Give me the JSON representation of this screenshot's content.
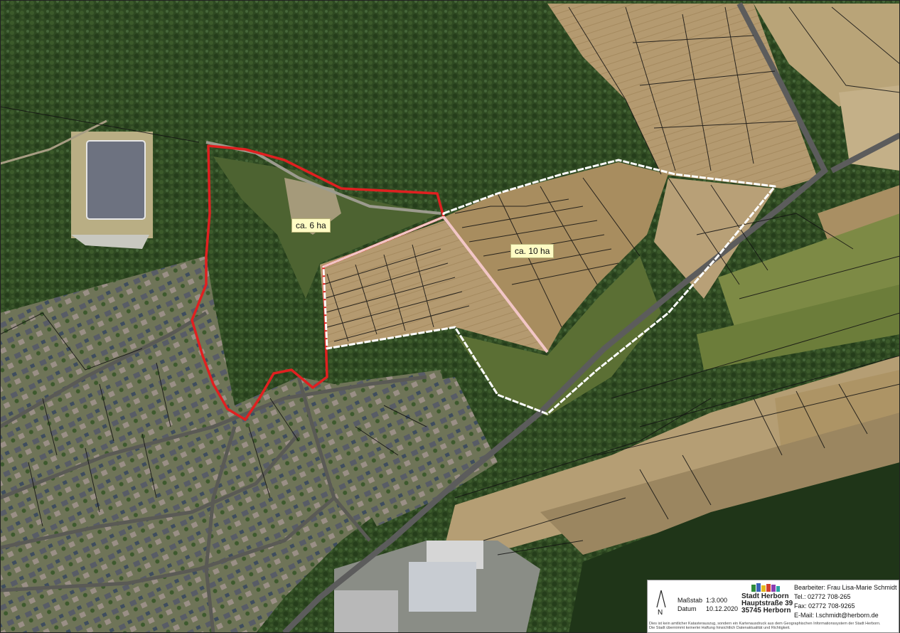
{
  "map": {
    "areas": [
      {
        "label": "ca. 6 ha",
        "outline_color": "#e02020"
      },
      {
        "label": "ca. 10 ha",
        "outline_color": "#ffffff"
      }
    ],
    "colors": {
      "forest": "#2f4a22",
      "forest_dark": "#1f3518",
      "field": "#b49a70",
      "field_light": "#c9b48a",
      "meadow": "#6f7f3f",
      "road": "#5c5c5c",
      "parcel_line": "#111111",
      "settlement": "#7d7f6a"
    }
  },
  "info": {
    "north_label": "N",
    "scale_label": "Maßstab",
    "scale_value": "1:3.000",
    "date_label": "Datum",
    "date_value": "10.12.2020",
    "org_name": "Stadt Herborn",
    "org_street": "Hauptstraße 39",
    "org_city": "35745 Herborn",
    "editor": "Bearbeiter: Frau Lisa-Marie Schmidt",
    "tel": "Tel.: 02772 708-265",
    "fax": "Fax: 02772 708-9265",
    "email": "E-Mail: l.schmidt@herborn.de",
    "disclaimer_1": "Dies ist kein amtlicher Katasterauszug, sondern ein Kartenausdruck aus dem Geographischen Informationssystem der Stadt Herborn.",
    "disclaimer_2": "Die Stadt übernimmt keinerlei Haftung hinsichtlich Datenaktualität und Richtigkeit."
  }
}
